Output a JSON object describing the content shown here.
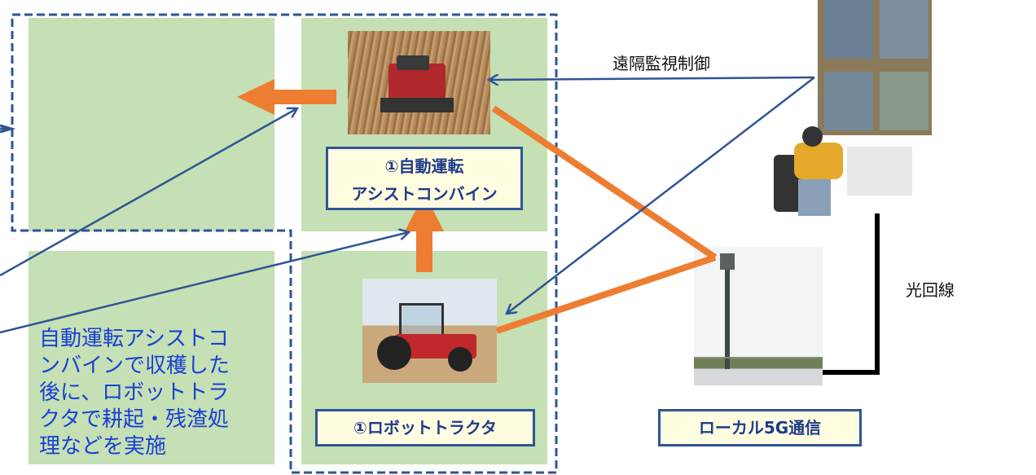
{
  "labels": {
    "combine": "①自動運転\nアシストコンバイン",
    "tractor": "①ロボットトラクタ",
    "local5g": "ローカル5G通信",
    "remote": "遠隔監視制御",
    "fiber": "光回線"
  },
  "note": "自動運転アシストコ\nンバインで収穫した\n後に、ロボットトラ\nクタで耕起・残渣処\n理などを実施",
  "colors": {
    "panel_green": "#c5e0b4",
    "label_border": "#2f5496",
    "label_bg": "#fffce0",
    "arrow_orange": "#ed7d31",
    "arrow_blue": "#2f5496",
    "note_text": "#1a3fd6"
  }
}
